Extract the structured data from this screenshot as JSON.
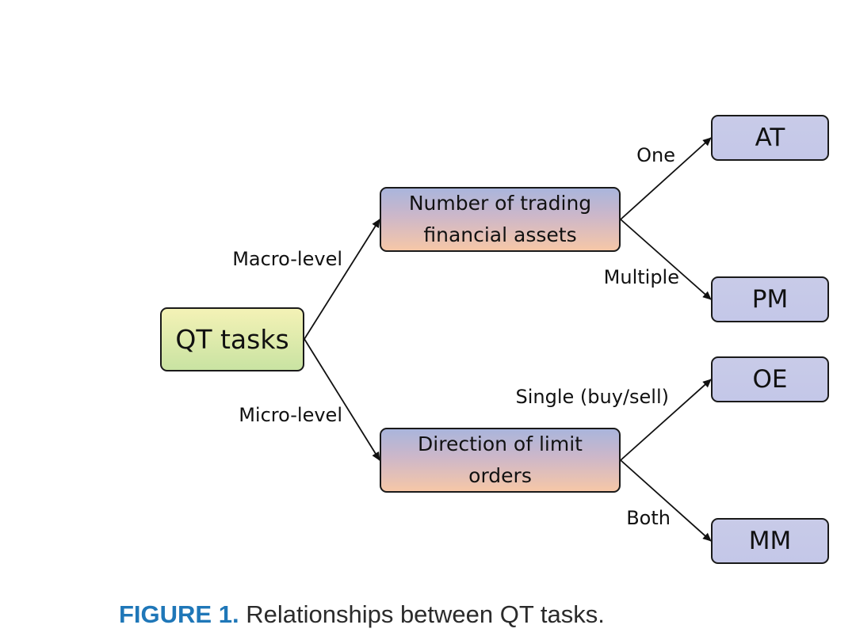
{
  "diagram": {
    "root": {
      "label": "QT tasks"
    },
    "branches": [
      {
        "edge_label": "Macro-level",
        "node": {
          "line1": "Number of trading",
          "line2": "financial assets"
        },
        "children": [
          {
            "edge_label": "One",
            "leaf": "AT"
          },
          {
            "edge_label": "Multiple",
            "leaf": "PM"
          }
        ]
      },
      {
        "edge_label": "Micro-level",
        "node": {
          "line1": "Direction of limit",
          "line2": "orders"
        },
        "children": [
          {
            "edge_label": "Single (buy/sell)",
            "leaf": "OE"
          },
          {
            "edge_label": "Both",
            "leaf": "MM"
          }
        ]
      }
    ]
  },
  "caption": {
    "figure_label": "FIGURE 1.",
    "text": "Relationships between QT tasks."
  },
  "colors": {
    "caption_accent": "#1f77b8",
    "root_fill_top": "#f4f2b6",
    "root_fill_bottom": "#c9e3a2",
    "mid_fill_top": "#a9b5dc",
    "mid_fill_bottom": "#f6c7a7",
    "leaf_fill": "#c6c9e8"
  }
}
